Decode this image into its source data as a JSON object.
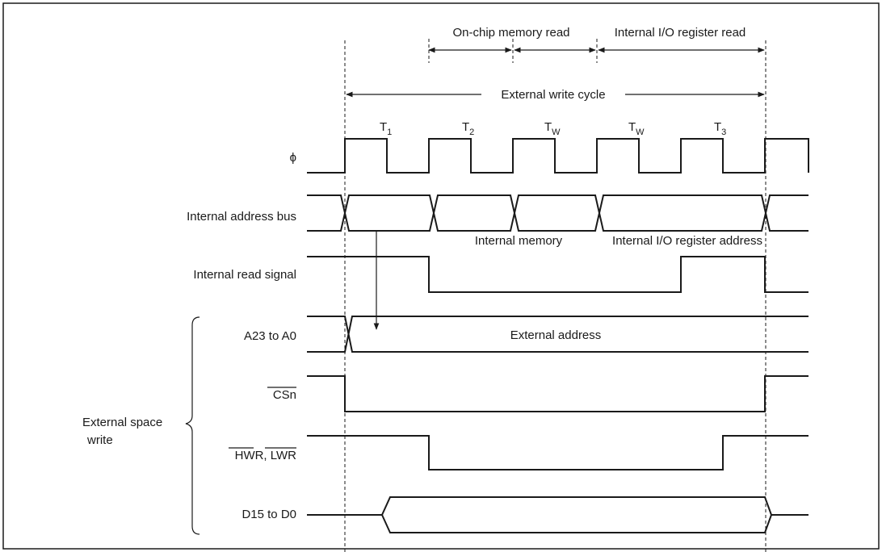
{
  "signals": {
    "phi": "ϕ",
    "internal_address_bus": "Internal address bus",
    "internal_read_signal": "Internal read signal",
    "address_lines": "A23 to A0",
    "chip_select": "CSn",
    "write_strobes": "HWR, LWR",
    "data_lines": "D15 to D0"
  },
  "group_label": {
    "line1": "External space",
    "line2": "write"
  },
  "cycle_labels": {
    "onchip_memory_read": "On-chip memory read",
    "internal_io_register_read": "Internal I/O register read",
    "external_write_cycle": "External write cycle"
  },
  "states": [
    {
      "main": "T",
      "sub": "1"
    },
    {
      "main": "T",
      "sub": "2"
    },
    {
      "main": "T",
      "sub": "W"
    },
    {
      "main": "T",
      "sub": "W"
    },
    {
      "main": "T",
      "sub": "3"
    }
  ],
  "bus_annotations": {
    "internal_memory": "Internal memory",
    "internal_io_register_address": "Internal I/O register address",
    "external_address": "External address"
  }
}
